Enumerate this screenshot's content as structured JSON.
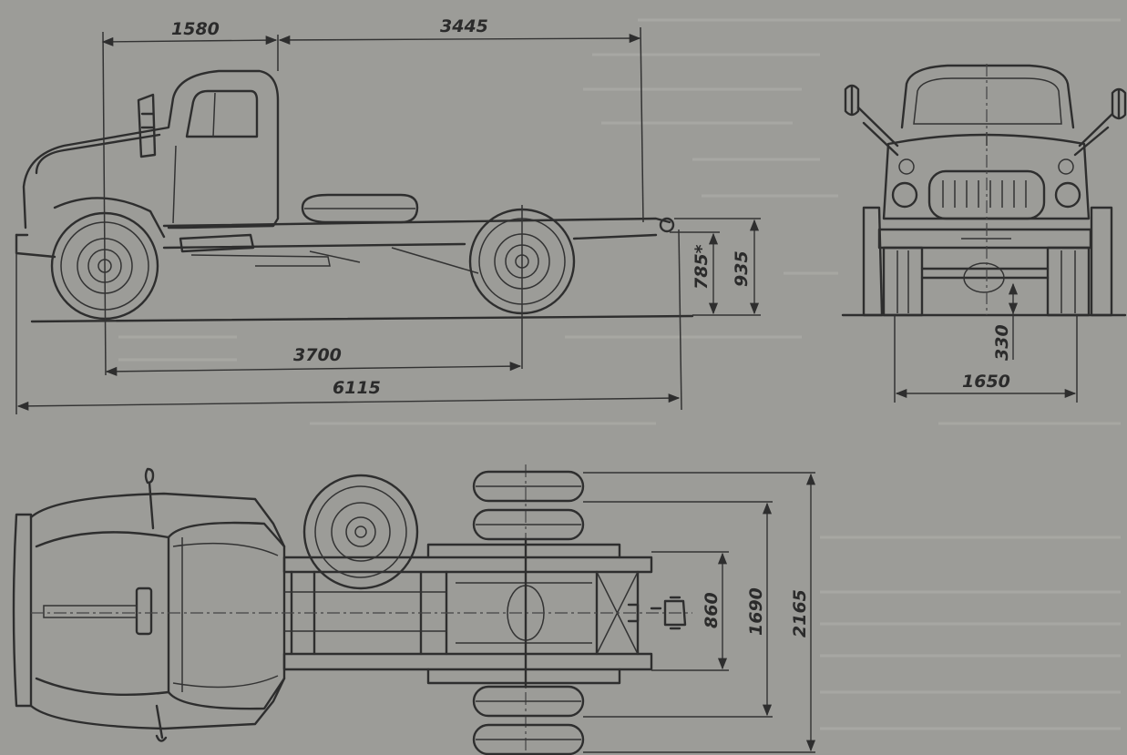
{
  "dimensions": {
    "cab_to_front_axle": "1580",
    "cab_back_to_frame_end": "3445",
    "wheelbase": "3700",
    "overall_length": "6115",
    "frame_height_loaded": "785*",
    "frame_height": "935",
    "ground_clearance": "330",
    "front_track": "1650",
    "frame_width": "860",
    "rear_track": "1690",
    "overall_width": "2165"
  },
  "colors": {
    "paper": "#9c9c98",
    "ink": "#2e2e2e"
  }
}
